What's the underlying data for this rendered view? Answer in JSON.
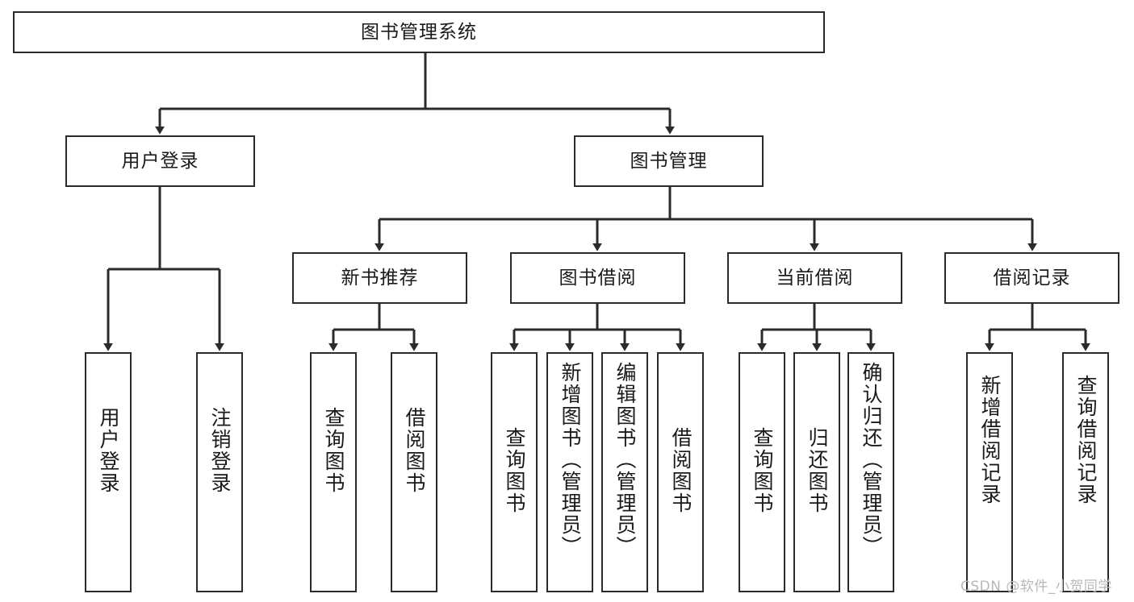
{
  "diagram": {
    "title": "图书管理系统",
    "watermark": "CSDN @软件_小贺同学",
    "colors": {
      "stroke": "#2b2b2b",
      "fill": "#ffffff",
      "text": "#1a1a1a",
      "watermark": "#b8b8b8"
    },
    "levels": {
      "root": "图书管理系统",
      "level2": [
        "用户登录",
        "图书管理"
      ],
      "level3": [
        "新书推荐",
        "图书借阅",
        "当前借阅",
        "借阅记录"
      ]
    },
    "nodes": {
      "root": "图书管理系统",
      "user_login": "用户登录",
      "book_manage": "图书管理",
      "new_book_rec": "新书推荐",
      "book_borrow": "图书借阅",
      "current_borrow": "当前借阅",
      "borrow_record": "借阅记录",
      "leaf_user_login": "用户登录",
      "leaf_user_logout": "注销登录",
      "leaf_rec_query": "查询图书",
      "leaf_rec_borrow": "借阅图书",
      "leaf_borrow_query": "查询图书",
      "leaf_borrow_add": "新增图书（管理员）",
      "leaf_borrow_edit": "编辑图书（管理员）",
      "leaf_borrow_lend": "借阅图书",
      "leaf_cur_query": "查询图书",
      "leaf_cur_return": "归还图书",
      "leaf_cur_confirm": "确认归还（管理员）",
      "leaf_rec_add": "新增借阅记录",
      "leaf_rec_search": "查询借阅记录"
    },
    "tree": [
      {
        "label": "图书管理系统",
        "children": [
          {
            "label": "用户登录",
            "children": [
              {
                "label": "用户登录"
              },
              {
                "label": "注销登录"
              }
            ]
          },
          {
            "label": "图书管理",
            "children": [
              {
                "label": "新书推荐",
                "children": [
                  {
                    "label": "查询图书"
                  },
                  {
                    "label": "借阅图书"
                  }
                ]
              },
              {
                "label": "图书借阅",
                "children": [
                  {
                    "label": "查询图书"
                  },
                  {
                    "label": "新增图书（管理员）"
                  },
                  {
                    "label": "编辑图书（管理员）"
                  },
                  {
                    "label": "借阅图书"
                  }
                ]
              },
              {
                "label": "当前借阅",
                "children": [
                  {
                    "label": "查询图书"
                  },
                  {
                    "label": "归还图书"
                  },
                  {
                    "label": "确认归还（管理员）"
                  }
                ]
              },
              {
                "label": "借阅记录",
                "children": [
                  {
                    "label": "新增借阅记录"
                  },
                  {
                    "label": "查询借阅记录"
                  }
                ]
              }
            ]
          }
        ]
      }
    ]
  }
}
